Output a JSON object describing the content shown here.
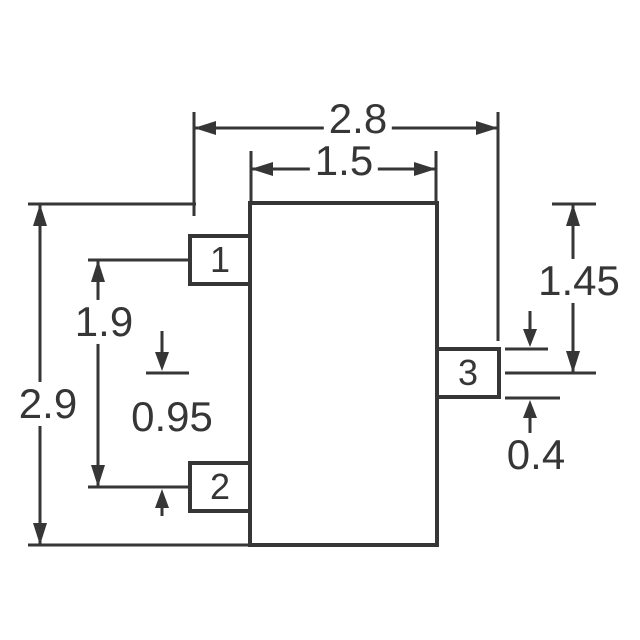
{
  "colors": {
    "line": "#363636",
    "background": "#ffffff"
  },
  "drawing": {
    "pins": [
      {
        "label": "1"
      },
      {
        "label": "2"
      },
      {
        "label": "3"
      }
    ],
    "dimensions": {
      "overall_width": "2.8",
      "body_width": "1.5",
      "overall_height": "2.9",
      "pin1_to_pin2": "1.9",
      "pin_pitch": "0.95",
      "top_to_pin3_center": "1.45",
      "pin3_width": "0.4"
    }
  }
}
